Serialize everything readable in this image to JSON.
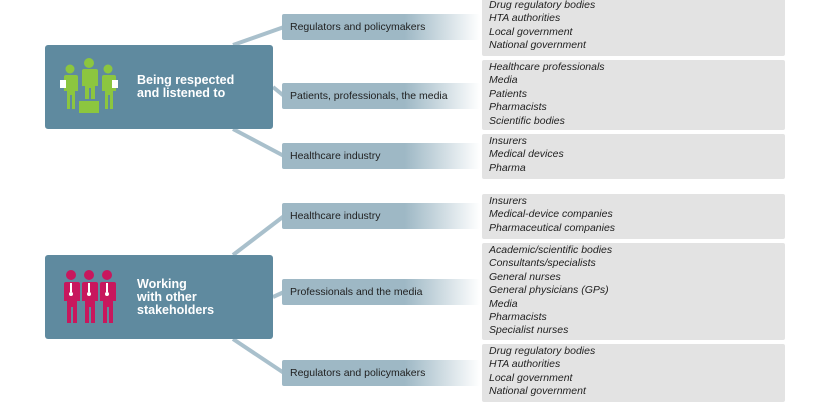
{
  "colors": {
    "main_box": "#5f8a9f",
    "category_box": "#9eb8c5",
    "list_box": "#e3e3e3",
    "connector": "#a9c0cc",
    "group1_icon": "#8cc63f",
    "group2_icon": "#c8175d"
  },
  "groups": [
    {
      "title": "Being respected\nand listened to",
      "icon": "podium-people-icon",
      "categories": [
        {
          "label": "Regulators and policymakers",
          "items": [
            "Drug regulatory bodies",
            "HTA authorities",
            "Local government",
            "National government"
          ]
        },
        {
          "label": "Patients, professionals, the media",
          "items": [
            "Healthcare professionals",
            "Media",
            "Patients",
            "Pharmacists",
            "Scientific bodies"
          ]
        },
        {
          "label": "Healthcare industry",
          "items": [
            "Insurers",
            "Medical devices",
            "Pharma"
          ]
        }
      ]
    },
    {
      "title": "Working\nwith other\nstakeholders",
      "icon": "team-people-icon",
      "categories": [
        {
          "label": "Healthcare industry",
          "items": [
            "Insurers",
            "Medical-device companies",
            "Pharmaceutical companies"
          ]
        },
        {
          "label": "Professionals and the media",
          "items": [
            "Academic/scientific bodies",
            "Consultants/specialists",
            "General nurses",
            "General physicians (GPs)",
            "Media",
            "Pharmacists",
            "Specialist nurses"
          ]
        },
        {
          "label": "Regulators and policymakers",
          "items": [
            "Drug regulatory bodies",
            "HTA authorities",
            "Local government",
            "National government"
          ]
        }
      ]
    }
  ]
}
